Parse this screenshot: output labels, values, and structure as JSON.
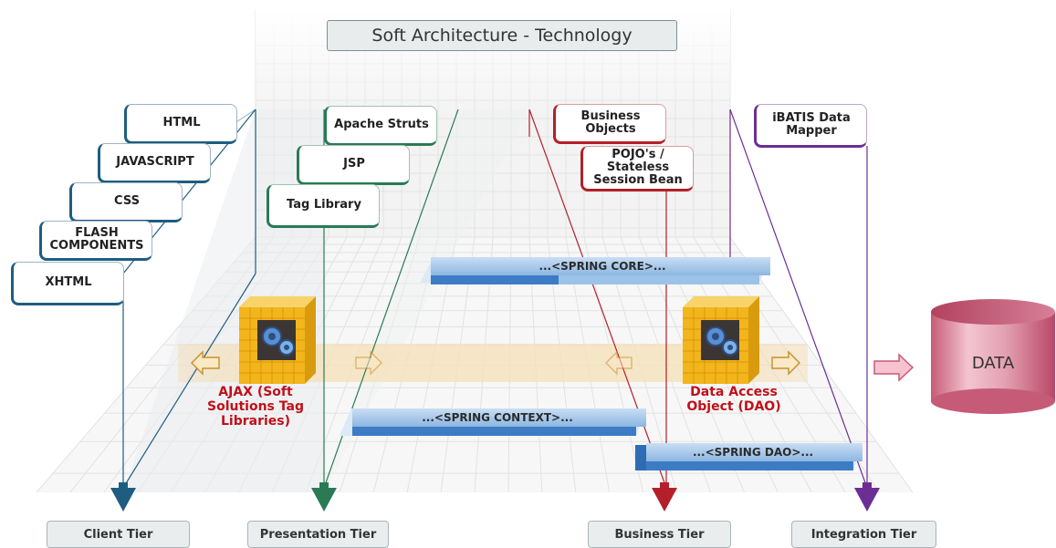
{
  "title": "Soft Architecture - Technology",
  "client_tech": [
    "HTML",
    "JAVASCRIPT",
    "CSS",
    "FLASH COMPONENTS",
    "XHTML"
  ],
  "presentation_tech": [
    "Apache Struts",
    "JSP",
    "Tag Library"
  ],
  "business_tech": [
    "Business Objects",
    "POJO's / Stateless Session Bean"
  ],
  "integration_tech": [
    "iBATIS Data Mapper"
  ],
  "spring": {
    "core": "...<SPRING CORE>...",
    "context": "...<SPRING CONTEXT>...",
    "dao": "...<SPRING DAO>..."
  },
  "ajax_label": "AJAX (Soft Solutions Tag Libraries)",
  "dao_label": "Data Access Object  (DAO)",
  "data_label": "DATA",
  "tiers": [
    "Client Tier",
    "Presentation Tier",
    "Business Tier",
    "Integration Tier"
  ],
  "colors": {
    "client": "#1e5d80",
    "presentation": "#2a7a55",
    "business": "#b3202a",
    "integration": "#6c2e94",
    "spring_bar": "#9cc2e8",
    "red_text": "#c0101a",
    "cube": "#f2b51c",
    "data_cylinder": "#c65b77"
  }
}
